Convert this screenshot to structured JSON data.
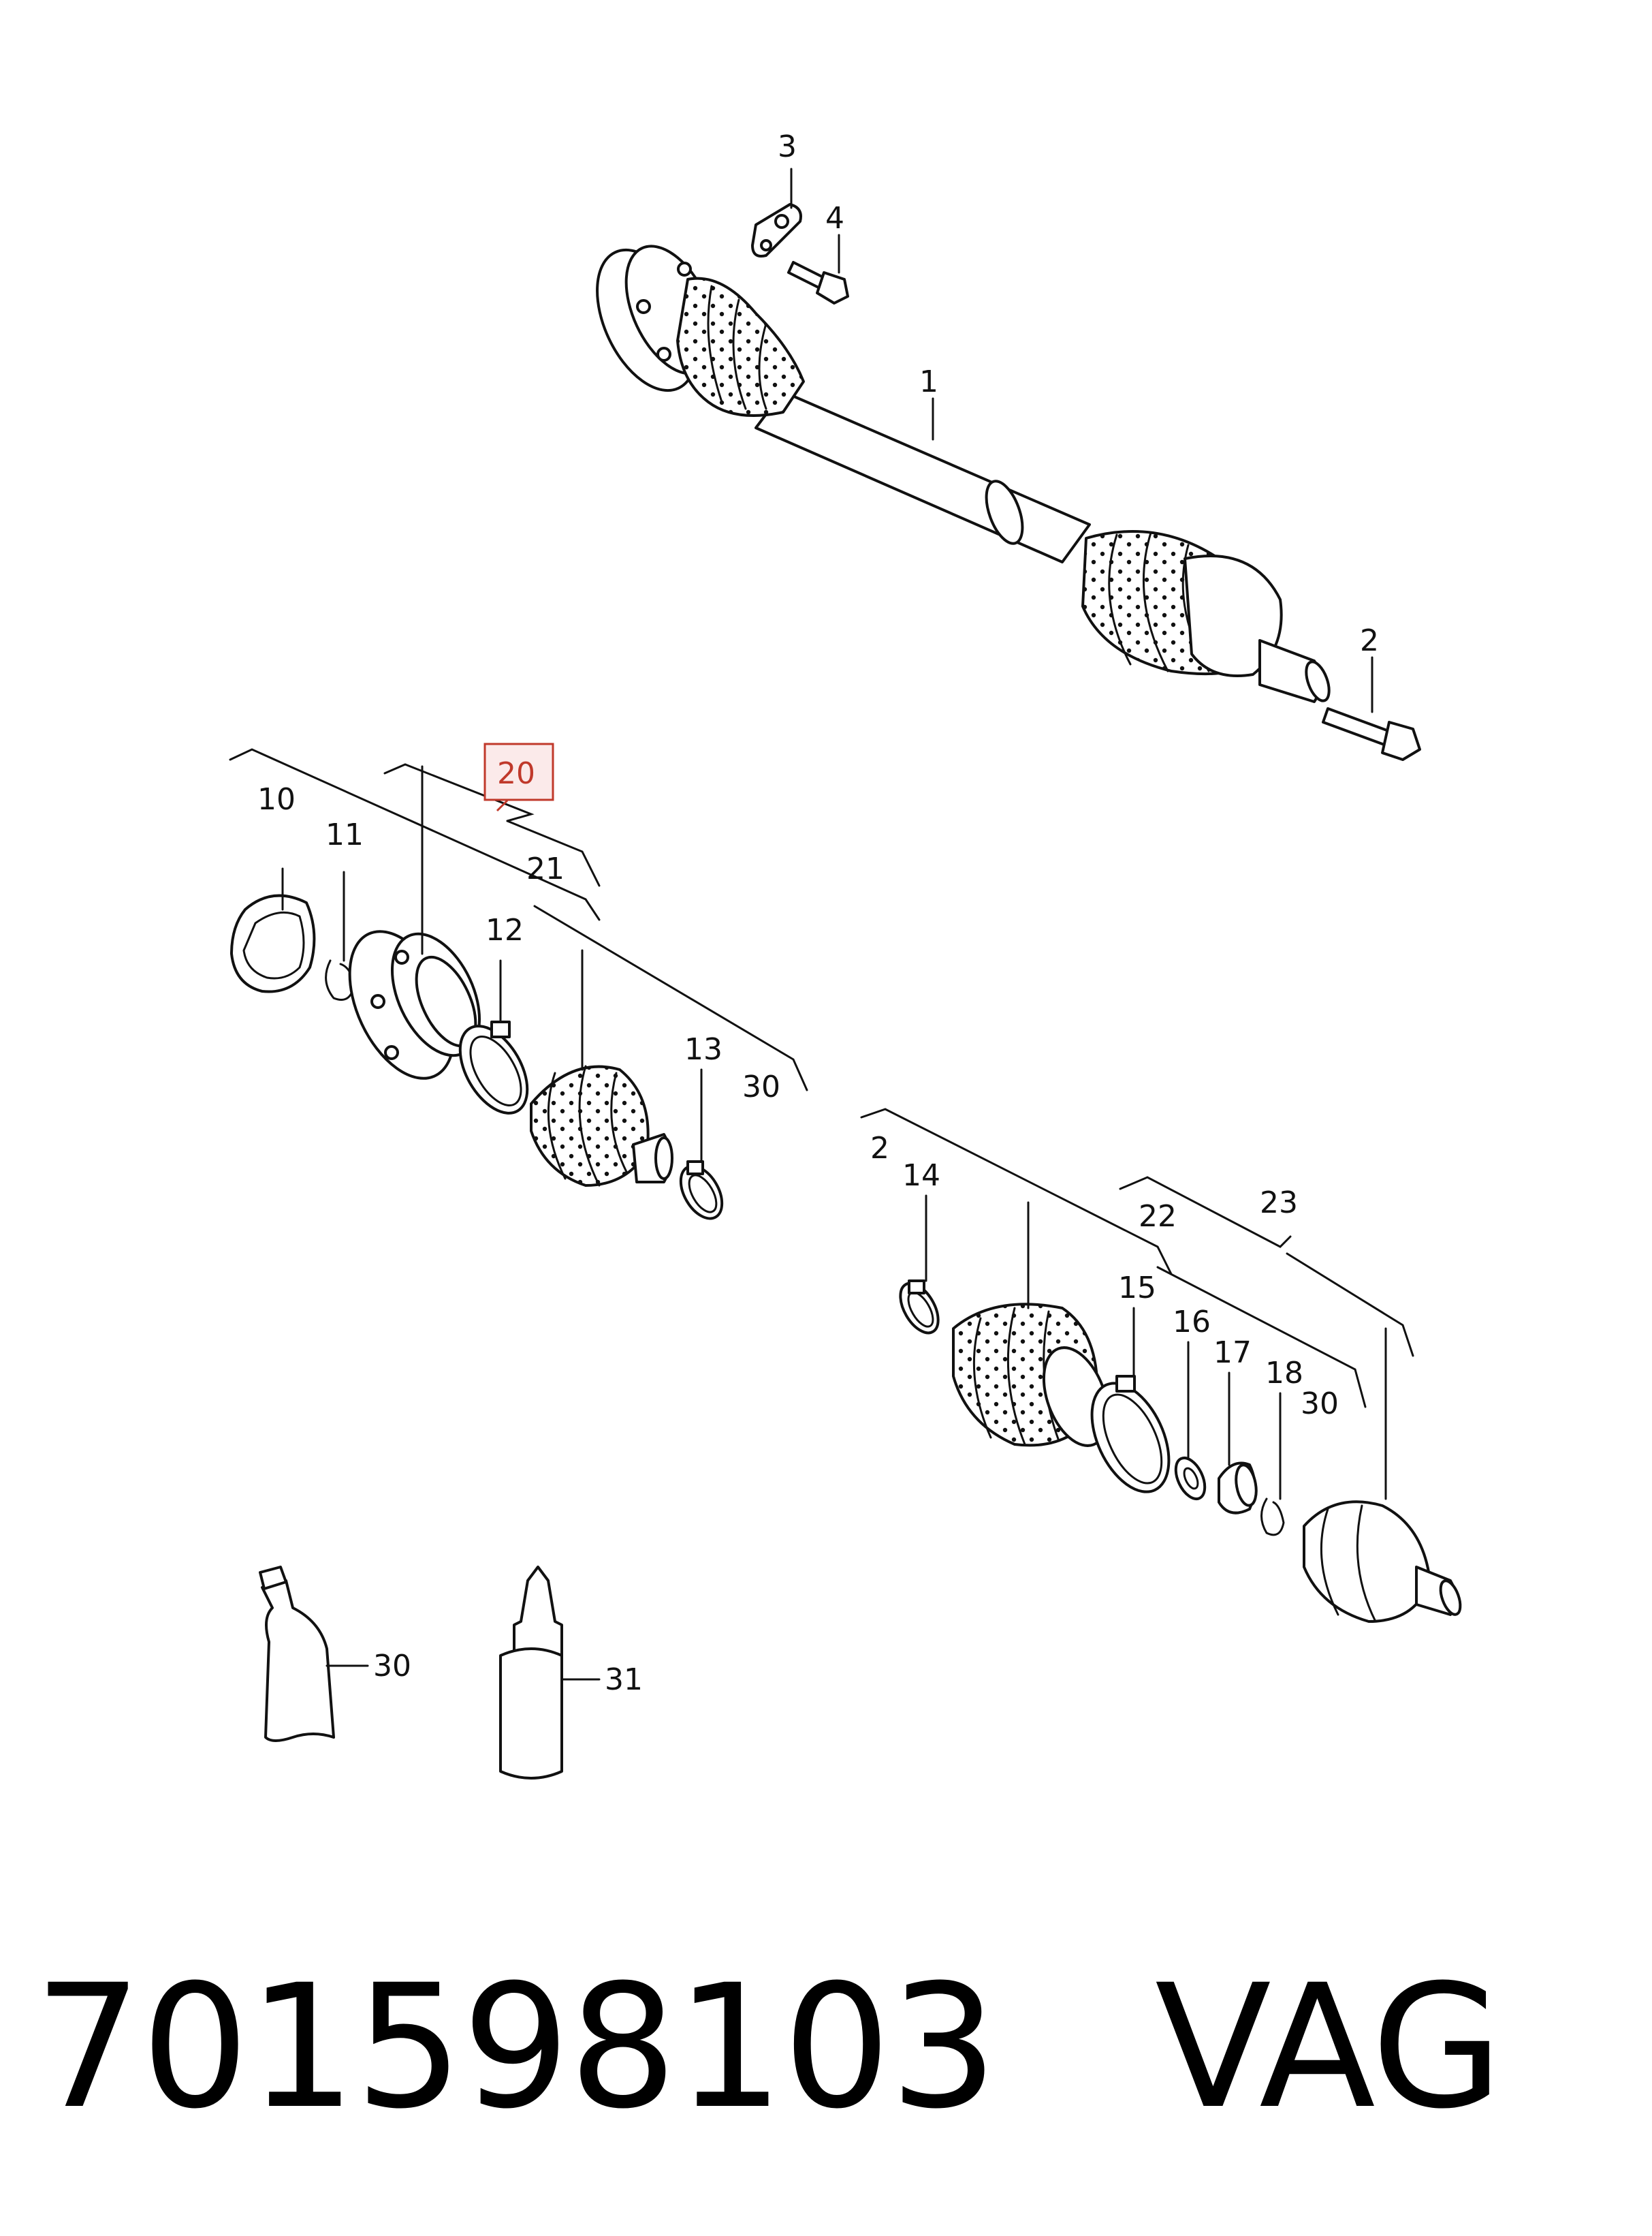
{
  "footer": {
    "part_number": "701598103",
    "brand": "VAG"
  },
  "highlight": {
    "label": "20",
    "color": "#c0392b",
    "fill": "#fbeaea"
  },
  "callouts": {
    "c1": "1",
    "c2a": "2",
    "c2b": "2",
    "c3": "3",
    "c4": "4",
    "c10": "10",
    "c11": "11",
    "c12": "12",
    "c13": "13",
    "c14": "14",
    "c15": "15",
    "c16": "16",
    "c17": "17",
    "c18": "18",
    "c21": "21",
    "c22": "22",
    "c23": "23",
    "c30a": "30",
    "c30b": "30",
    "c30c": "30",
    "c31": "31"
  }
}
